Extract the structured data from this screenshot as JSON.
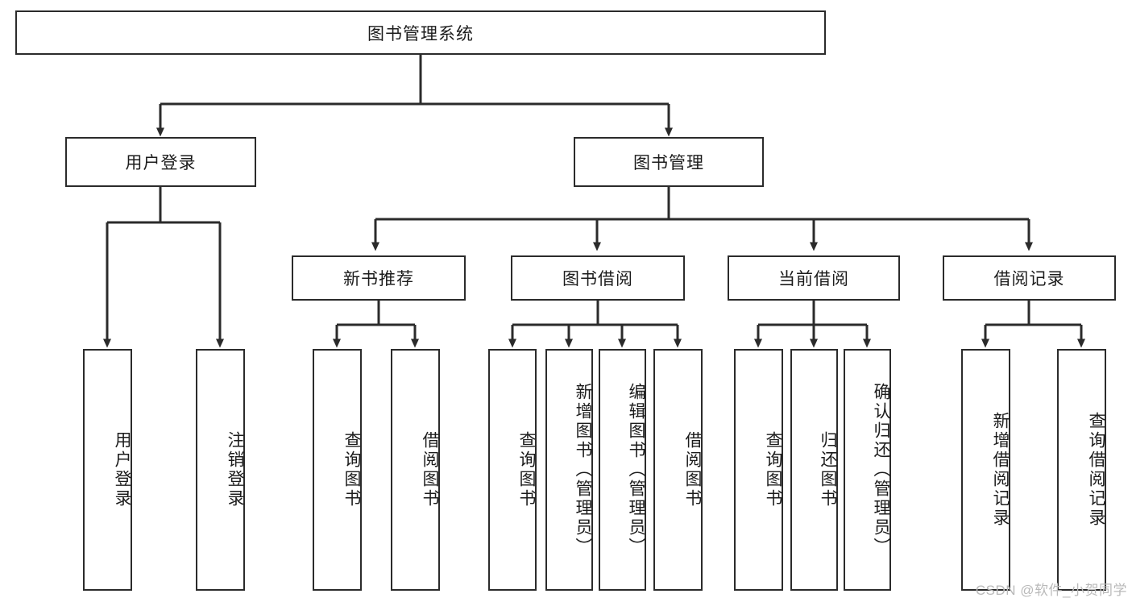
{
  "diagram": {
    "type": "tree",
    "title": "图书管理系统",
    "watermark": "CSDN @软件_小贺同学",
    "colors": {
      "box_border": "#2b2b2b",
      "box_fill": "#ffffff",
      "connector": "#2b2b2b",
      "text": "#1c1c1c",
      "watermark": "#b9b9b9",
      "background": "#ffffff"
    },
    "root": {
      "label": "图书管理系统"
    },
    "level2": [
      {
        "id": "user-login",
        "label": "用户登录"
      },
      {
        "id": "book-management",
        "label": "图书管理"
      }
    ],
    "level3": [
      {
        "id": "new-book-recommend",
        "label": "新书推荐",
        "parent": "book-management"
      },
      {
        "id": "book-borrow",
        "label": "图书借阅",
        "parent": "book-management"
      },
      {
        "id": "current-borrow",
        "label": "当前借阅",
        "parent": "book-management"
      },
      {
        "id": "borrow-record",
        "label": "借阅记录",
        "parent": "book-management"
      }
    ],
    "leaves": [
      {
        "id": "leaf-user-login",
        "label": "用户登录",
        "parent": "user-login"
      },
      {
        "id": "leaf-user-logout",
        "label": "注销登录",
        "parent": "user-login"
      },
      {
        "id": "leaf-query-book-1",
        "label": "查询图书",
        "parent": "new-book-recommend"
      },
      {
        "id": "leaf-borrow-book-1",
        "label": "借阅图书",
        "parent": "new-book-recommend"
      },
      {
        "id": "leaf-query-book-2",
        "label": "查询图书",
        "parent": "book-borrow"
      },
      {
        "id": "leaf-add-book",
        "label": "新增图书（管理员）",
        "parent": "book-borrow"
      },
      {
        "id": "leaf-edit-book",
        "label": "编辑图书（管理员）",
        "parent": "book-borrow"
      },
      {
        "id": "leaf-borrow-book-2",
        "label": "借阅图书",
        "parent": "book-borrow"
      },
      {
        "id": "leaf-query-book-3",
        "label": "查询图书",
        "parent": "current-borrow"
      },
      {
        "id": "leaf-return-book",
        "label": "归还图书",
        "parent": "current-borrow"
      },
      {
        "id": "leaf-confirm-return",
        "label": "确认归还（管理员）",
        "parent": "current-borrow"
      },
      {
        "id": "leaf-add-record",
        "label": "新增借阅记录",
        "parent": "borrow-record"
      },
      {
        "id": "leaf-query-record",
        "label": "查询借阅记录",
        "parent": "borrow-record"
      }
    ]
  }
}
